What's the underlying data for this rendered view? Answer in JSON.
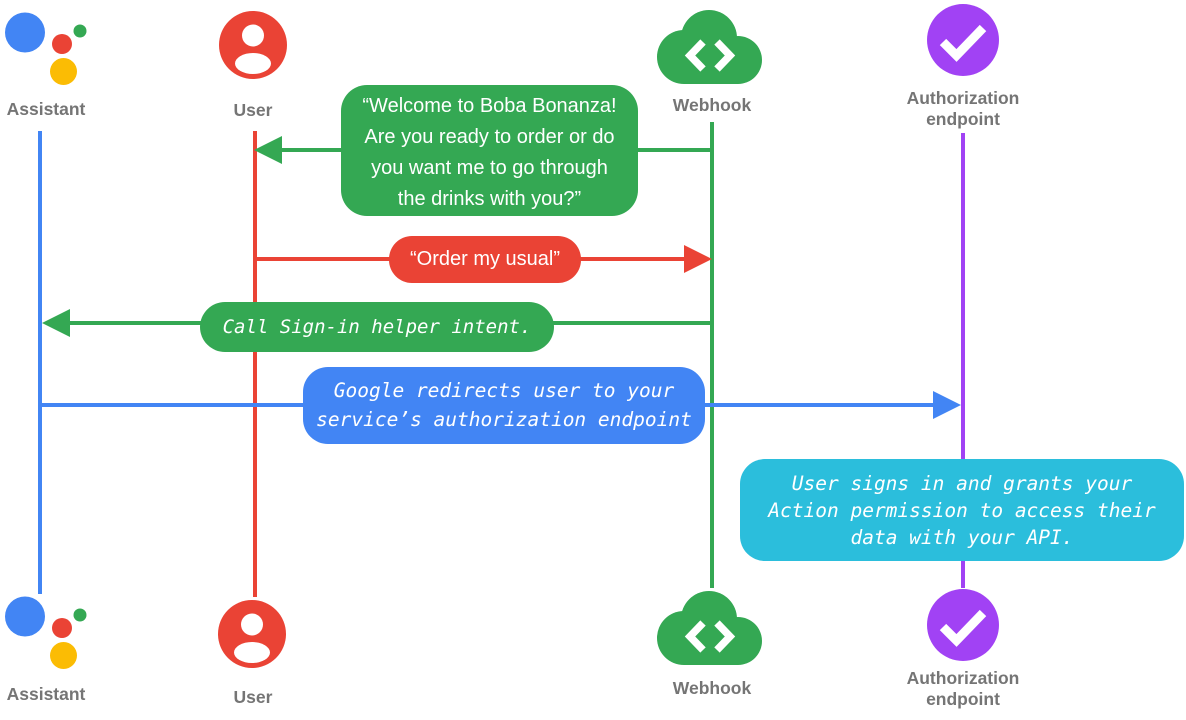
{
  "diagram_type": "sequence-diagram",
  "actors": [
    {
      "id": "assistant",
      "label": "Assistant",
      "color": "#4285F4"
    },
    {
      "id": "user",
      "label": "User",
      "color": "#EA4335"
    },
    {
      "id": "webhook",
      "label": "Webhook",
      "color": "#34A853"
    },
    {
      "id": "authorization_endpoint",
      "label_line1": "Authorization",
      "label_line2": "endpoint",
      "color": "#A142F4"
    }
  ],
  "messages": [
    {
      "name": "welcome",
      "style": "speech-bubble",
      "from": "webhook",
      "to": "user",
      "color": "#34A853",
      "text_lines": [
        "“Welcome to Boba Bonanza!",
        "Are you ready to order or do",
        "you want me to go through",
        "the drinks with you?”"
      ]
    },
    {
      "name": "order",
      "style": "speech-bubble",
      "from": "user",
      "to": "webhook",
      "color": "#EA4335",
      "text": "“Order my usual”"
    },
    {
      "name": "signin-helper",
      "style": "code-note",
      "from": "webhook",
      "to": "assistant",
      "color": "#34A853",
      "text": "Call Sign-in helper intent."
    },
    {
      "name": "redirect",
      "style": "code-note",
      "from": "assistant",
      "to": "authorization_endpoint",
      "color": "#4285F4",
      "text_lines": [
        "Google redirects user to your",
        "service’s authorization endpoint"
      ]
    },
    {
      "name": "grant",
      "style": "code-note",
      "on": "authorization_endpoint",
      "color": "#2BBEDC",
      "text_lines": [
        "User signs in and grants your",
        "Action permission to access their",
        "data with your API."
      ]
    }
  ],
  "palette": {
    "blue": "#4285F4",
    "red": "#EA4335",
    "green": "#34A853",
    "yellow": "#FBBC04",
    "purple": "#A142F4",
    "cyan": "#2BBEDC",
    "label_gray": "#757575",
    "background": "#FFFFFF"
  }
}
